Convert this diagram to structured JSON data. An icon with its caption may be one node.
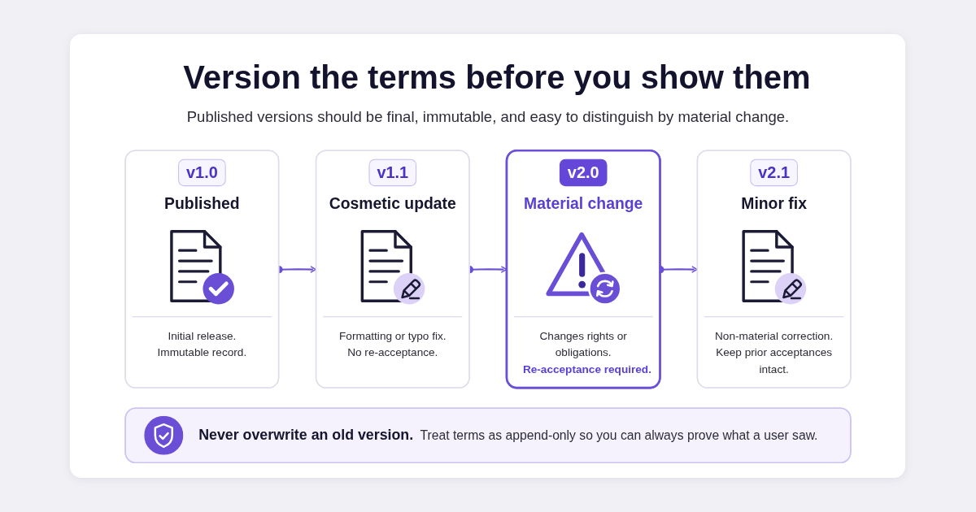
{
  "diagram": {
    "title": "Version the terms before you show them",
    "nodes": [
      {
        "text": [
          "v1.0",
          "Published",
          "Initial release. Immutable record."
        ]
      },
      {
        "text": [
          "v1.1",
          "Cosmetic update",
          "Formatting or typo fix. No re-acceptance."
        ]
      },
      {
        "text": [
          "v2.0",
          "Material change",
          "Changes rights or obligations.",
          "Re-acceptance required."
        ]
      },
      {
        "text": [
          "v2.1",
          "Minor fix",
          "Non-material correction. Keep prior acceptances intact."
        ]
      },
      {
        "text": [
          "Never overwrite an old version.",
          "Treat terms as append-only so you can always prove what a user saw."
        ]
      }
    ],
    "edges": [
      {
        "from": 0,
        "to": 1,
        "arrow": "to"
      },
      {
        "from": 1,
        "to": 2,
        "arrow": "to"
      },
      {
        "from": 2,
        "to": 3,
        "arrow": "to"
      }
    ],
    "labels": [
      "Published versions should be final, immutable, and easy to distinguish by material change."
    ]
  }
}
